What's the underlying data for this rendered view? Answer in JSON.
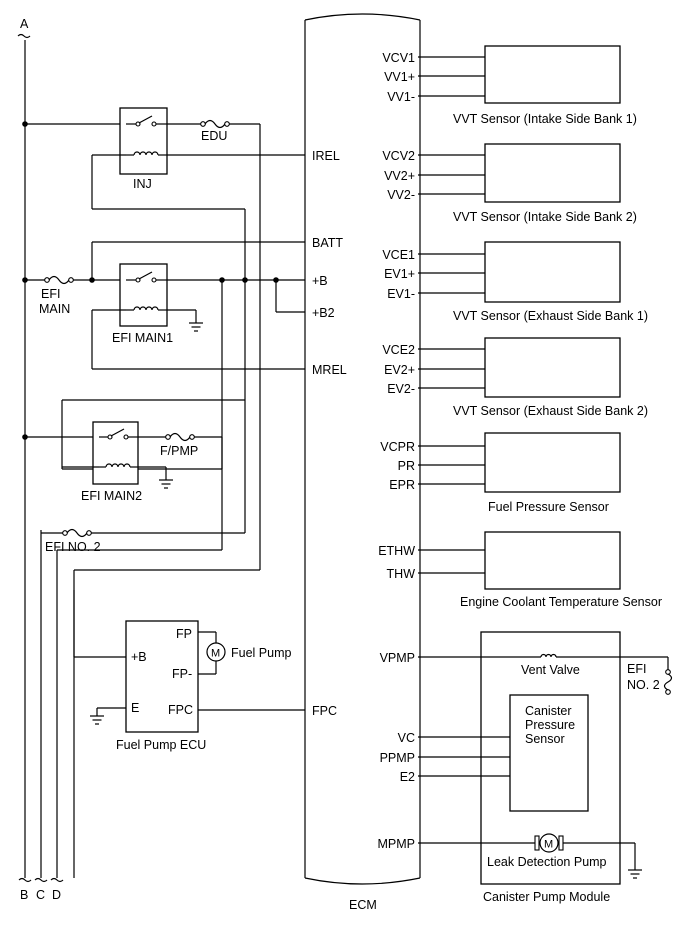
{
  "connectors": {
    "top": "A",
    "bottom": [
      "B",
      "C",
      "D"
    ]
  },
  "ecm": {
    "label": "ECM",
    "left_pins": [
      "IREL",
      "BATT",
      "+B",
      "+B2",
      "MREL",
      "FPC"
    ],
    "right_pins": {
      "vvt1": [
        "VCV1",
        "VV1+",
        "VV1-"
      ],
      "vvt2": [
        "VCV2",
        "VV2+",
        "VV2-"
      ],
      "vvt3": [
        "VCE1",
        "EV1+",
        "EV1-"
      ],
      "vvt4": [
        "VCE2",
        "EV2+",
        "EV2-"
      ],
      "fuel_pressure": [
        "VCPR",
        "PR",
        "EPR"
      ],
      "coolant": [
        "ETHW",
        "THW"
      ],
      "vpmp": "VPMP",
      "canister": [
        "VC",
        "PPMP",
        "E2"
      ],
      "mpmp": "MPMP"
    }
  },
  "relays": {
    "inj": "INJ",
    "efi_main1": "EFI MAIN1",
    "efi_main2": "EFI MAIN2"
  },
  "fuses": {
    "edu": "EDU",
    "efi_main": [
      "EFI",
      "MAIN"
    ],
    "f_pmp": "F/PMP",
    "efi_no2": "EFI NO. 2",
    "efi_no2_right": [
      "EFI",
      "NO. 2"
    ]
  },
  "sensors": {
    "vvt1": "VVT Sensor (Intake Side Bank 1)",
    "vvt2": "VVT Sensor (Intake Side Bank 2)",
    "vvt3": "VVT Sensor (Exhaust Side Bank 1)",
    "vvt4": "VVT Sensor (Exhaust Side Bank 2)",
    "fuel_pressure": "Fuel Pressure Sensor",
    "coolant": "Engine Coolant Temperature Sensor"
  },
  "fuel_pump_ecu": {
    "label": "Fuel Pump ECU",
    "pins": [
      "+B",
      "E",
      "FP",
      "FP-",
      "FPC"
    ]
  },
  "fuel_pump": {
    "label": "Fuel Pump",
    "symbol": "M"
  },
  "canister_module": {
    "label": "Canister Pump Module",
    "vent_valve": "Vent Valve",
    "pressure_sensor": [
      "Canister",
      "Pressure",
      "Sensor"
    ],
    "leak_pump": "Leak Detection Pump",
    "symbol": "M"
  }
}
